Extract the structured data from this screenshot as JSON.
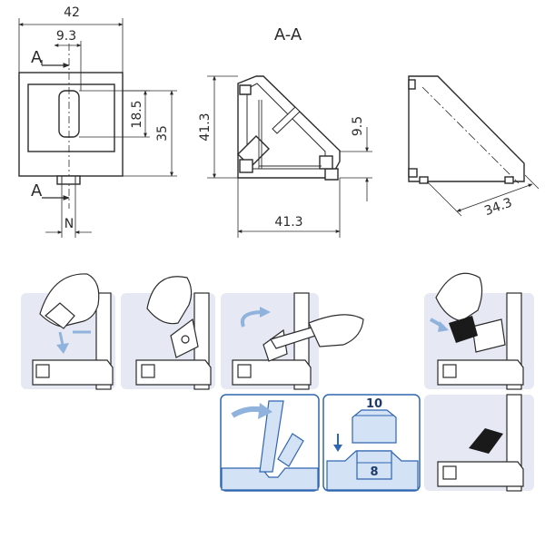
{
  "drawing": {
    "front_view": {
      "width": "42",
      "slot_offset": "9.3",
      "slot_height": "18.5",
      "height": "35",
      "section_mark": "A",
      "nut_label": "N"
    },
    "section_view": {
      "title": "A-A",
      "height": "41.3",
      "width": "41.3",
      "flange": "9.5"
    },
    "side_view": {
      "diagonal": "34.3"
    }
  },
  "install_steps": {
    "box_widths": {
      "top": "10",
      "bottom": "8"
    }
  },
  "colors": {
    "line": "#2b2b2b",
    "panel": "#e6e8f3",
    "blue_fill": "#d3e2f4",
    "blue_line": "#2f66b0",
    "arrow_blue": "#8fb3dc",
    "cap_black": "#1a1a1a"
  }
}
